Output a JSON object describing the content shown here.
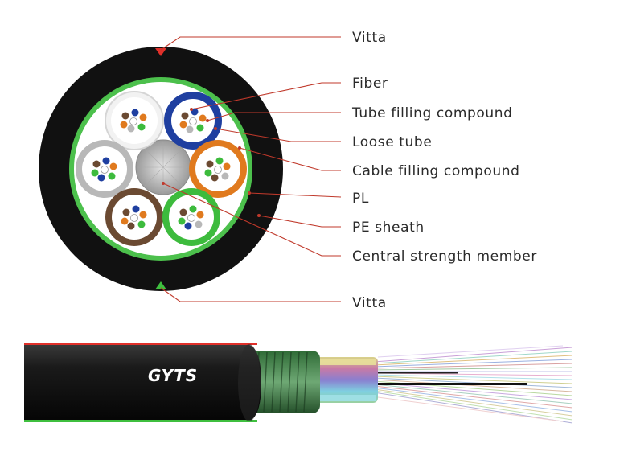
{
  "labels": {
    "vitta_top": "Vitta",
    "fiber": "Fiber",
    "tube_filling_compound": "Tube filling compound",
    "loose_tube": "Loose tube",
    "cable_filling_compound": "Cable filling compound",
    "pl": "PL",
    "pe_sheath": "PE sheath",
    "central_strength_member": "Central strength member",
    "vitta_bottom": "Vitta"
  },
  "cable": {
    "brand": "GYTS"
  },
  "colors": {
    "sheath": "#111111",
    "pl_ring": "#4cc04c",
    "leader": "#c0392b",
    "vitta_top": "#e0302a",
    "vitta_bottom": "#3fbf3f",
    "tube_white": "#f2f2f2",
    "tube_blue": "#1f3fa0",
    "tube_orange": "#e07a1e",
    "tube_green": "#3dbb3d",
    "tube_brown": "#6b4a32",
    "tube_grey": "#b8b8b8",
    "center": "#c8c8c8"
  }
}
